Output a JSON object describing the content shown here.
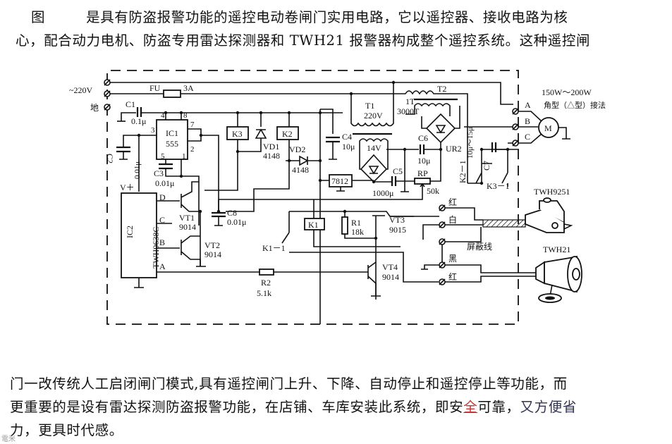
{
  "intro": {
    "fig_label": "图",
    "line1": "是具有防盗报警功能的遥控电动卷闸门实用电路，它以遥控器、接收电路为核",
    "line2": "心，配合动力电机、防盗专用雷达探测器和 TWH21 报警器构成整个遥控系统。这种遥控闸"
  },
  "outro": {
    "line1": "门一改传统人工启闭闸门模式,具有遥控闸门上升、下降、自动停止和遥控停止等功能，而",
    "line2_a": "更重要的是设有雷达探测防盗报警功能，在店铺、车库安装此系统，即安",
    "line2_b": "全",
    "line2_c": "可靠，",
    "line2_d": "又方便省",
    "line3": "力，更具时代感。"
  },
  "watermark": "電米",
  "diagram": {
    "supply": {
      "voltage": "~220V",
      "ground": "地"
    },
    "fuse": {
      "name": "FU",
      "rating": "3A"
    },
    "c1": {
      "name": "C1",
      "value": "0.1μ"
    },
    "c2": {
      "name": "C2",
      "value": "0.01μ"
    },
    "c3": {
      "name": "C3",
      "value": "0.01μ"
    },
    "ic1": {
      "name": "IC1",
      "part": "555",
      "pins": [
        "4",
        "8",
        "7",
        "3",
        "2",
        "5",
        "1"
      ]
    },
    "k3": "K3",
    "k2": "K2",
    "k1": "K1",
    "vd1": {
      "name": "VD1",
      "part": "4148"
    },
    "vd2": {
      "name": "VD2",
      "part": "4148"
    },
    "c4": {
      "name": "C4",
      "value": "10μ"
    },
    "t1": {
      "name": "T1",
      "primary": "220V",
      "secondary": "14V"
    },
    "t2": {
      "name": "T2",
      "turns1": "1T",
      "turns2": "3000T"
    },
    "c5": {
      "name": "C5",
      "value": "1000μ"
    },
    "c6": {
      "name": "C6",
      "value": "10μ"
    },
    "ur2": "UR2",
    "rp": {
      "name": "RP",
      "value": "50k"
    },
    "reg": "7812",
    "c7": {
      "name": "C7",
      "value": "10μ～15μ"
    },
    "k2_1": "K2－1",
    "k3_1": "K3－1",
    "k1_1": "K1－1",
    "motor": {
      "symbol": "M",
      "power": "150W～200W",
      "wiring": "角型（△型）接法",
      "terminals": [
        "A",
        "B",
        "C"
      ]
    },
    "ic2": {
      "name": "IC2",
      "part": "TWH9638C",
      "vplus": "V＋",
      "pins": [
        "D",
        "C",
        "B",
        "A"
      ]
    },
    "vt1": {
      "name": "VT1",
      "part": "9014"
    },
    "vt2": {
      "name": "VT2",
      "part": "9014"
    },
    "vt3": {
      "name": "VT3",
      "part": "9015"
    },
    "vt4": {
      "name": "VT4",
      "part": "9014"
    },
    "c8": {
      "name": "C8",
      "value": "0.01μ"
    },
    "r1": {
      "name": "R1",
      "value": "18k"
    },
    "r2": {
      "name": "R2",
      "value": "5.1k"
    },
    "wires": {
      "red1": "红",
      "white": "白",
      "shield": "屏蔽线",
      "black": "黑",
      "red2": "红"
    },
    "radar": "TWH9251",
    "alarm": "TWH21"
  }
}
